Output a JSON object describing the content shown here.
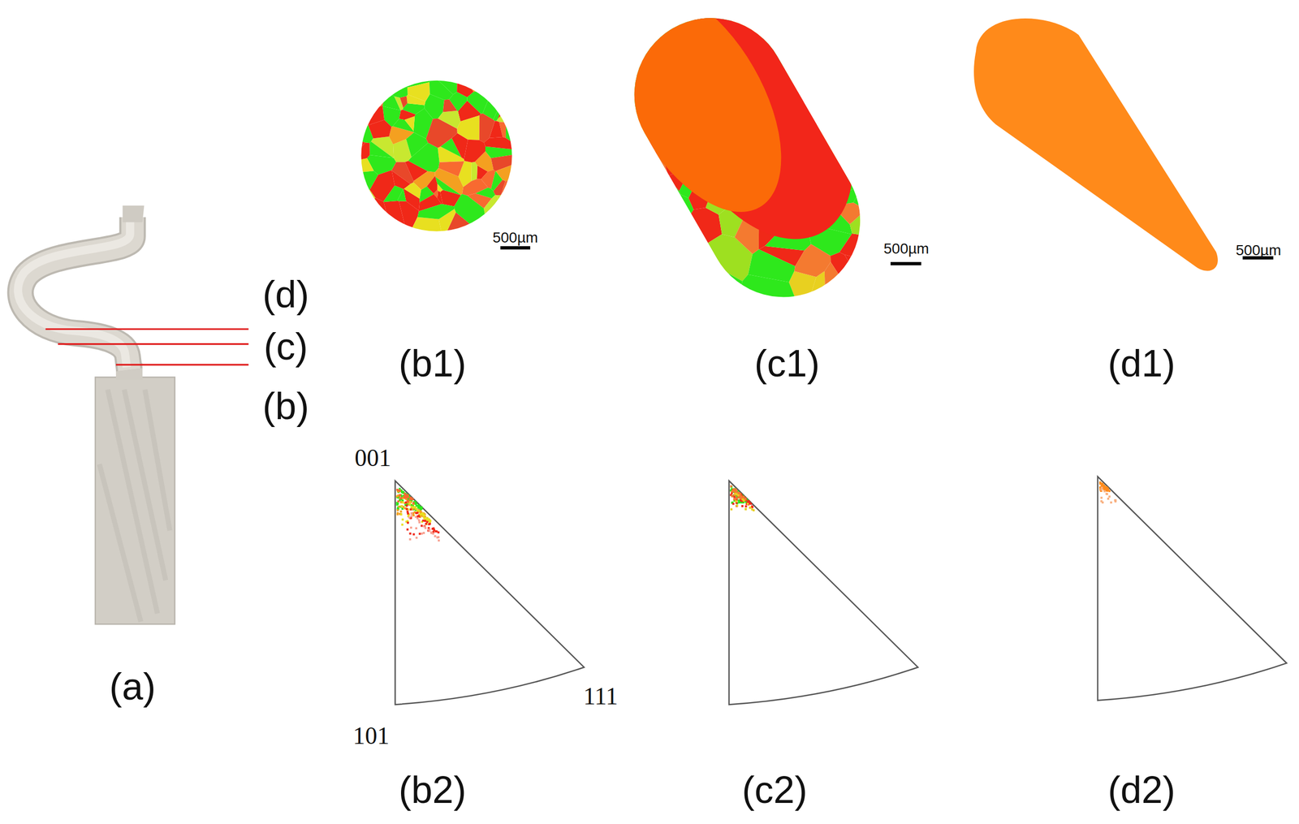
{
  "diagram": {
    "labels": [
      "(d)",
      "(c)",
      "(b)",
      "(a)",
      "(b1)",
      "(c1)",
      "(d1)",
      "500µm",
      "500µm",
      "500µm",
      "001",
      "101",
      "111",
      "(b2)",
      "(c2)",
      "(d2)"
    ]
  }
}
